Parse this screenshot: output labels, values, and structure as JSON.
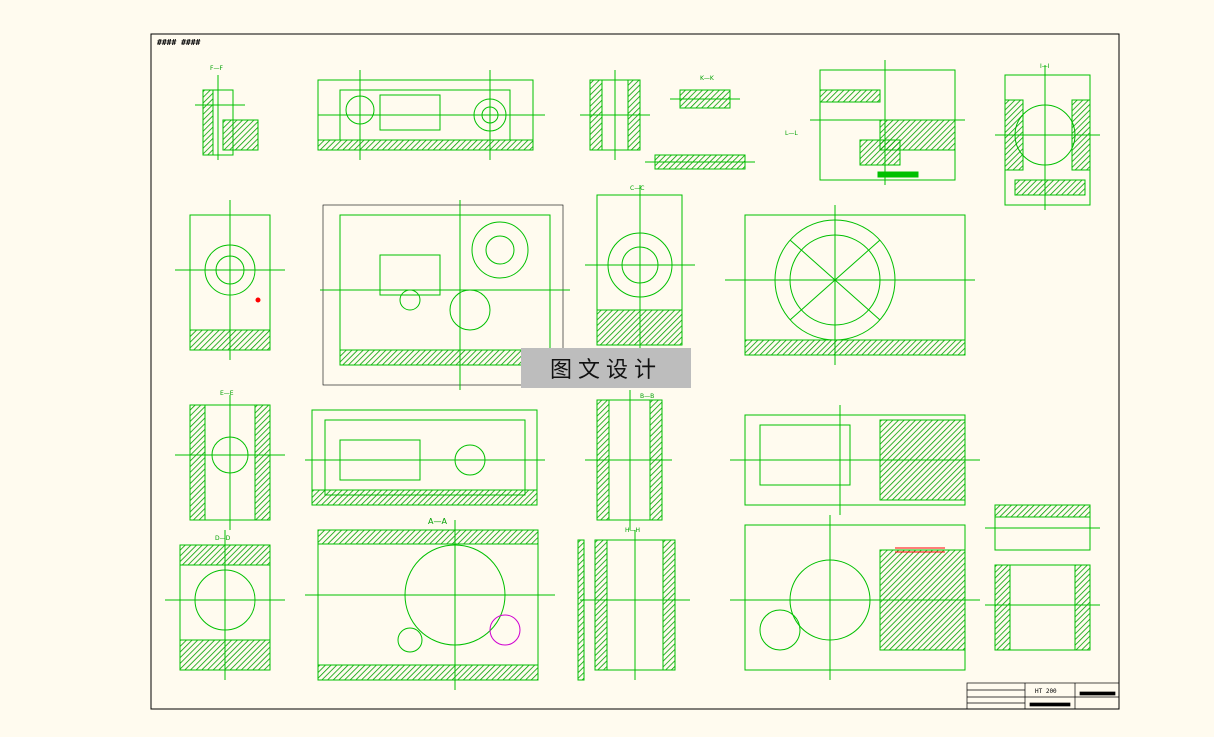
{
  "drawing": {
    "watermark_text": "图文设计",
    "corner_code": "#### ####",
    "section_labels": {
      "aa": "A—A",
      "bb": "B—B",
      "cc": "C—C",
      "dd": "D—D",
      "ee": "E—E",
      "ff": "F—F",
      "hh": "H—H",
      "ii": "I—I",
      "kk": "K—K",
      "ll": "L—L"
    },
    "title_block": {
      "material": "HT 200"
    }
  },
  "colors": {
    "paper": "#fffbef",
    "line": "#00c000",
    "hatch": "#00a000",
    "black": "#000000",
    "watermark_bg": "#bdbdbd",
    "accent_red": "#ff0000",
    "accent_magenta": "#d000d0"
  }
}
